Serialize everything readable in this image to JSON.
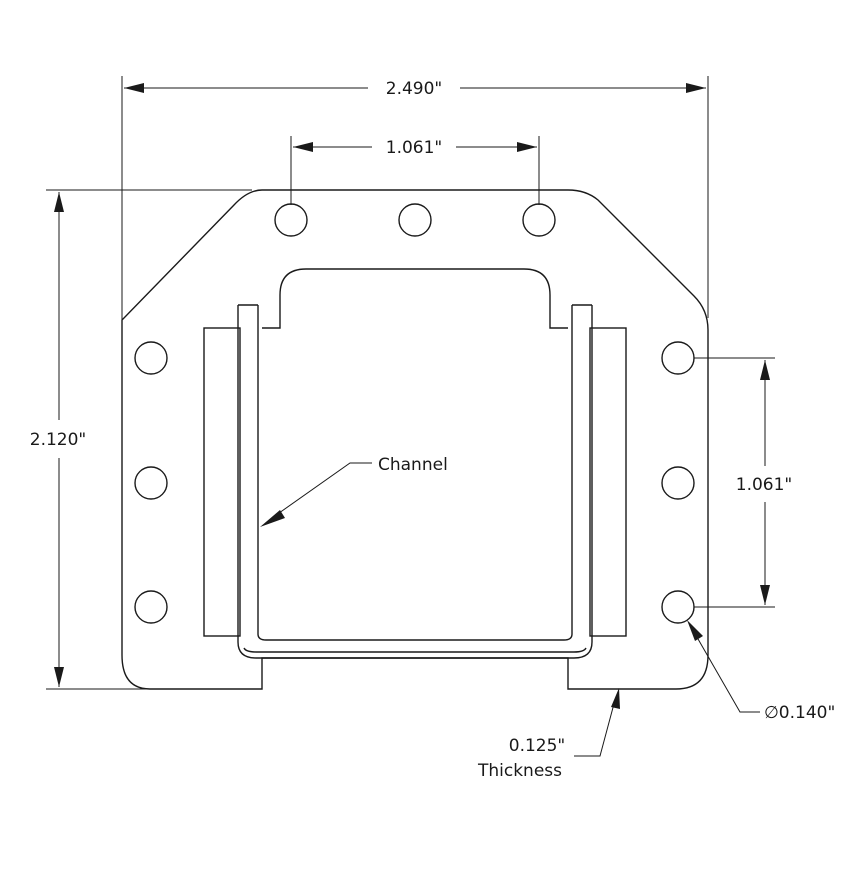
{
  "drawing": {
    "dimensions": {
      "overall_width": "2.490\"",
      "top_hole_spacing": "1.061\"",
      "overall_height": "2.120\"",
      "side_hole_spacing": "1.061\""
    },
    "callouts": {
      "channel": "Channel",
      "hole_diameter": "∅0.140\"",
      "thickness_value": "0.125\"",
      "thickness_label": "Thickness"
    }
  }
}
